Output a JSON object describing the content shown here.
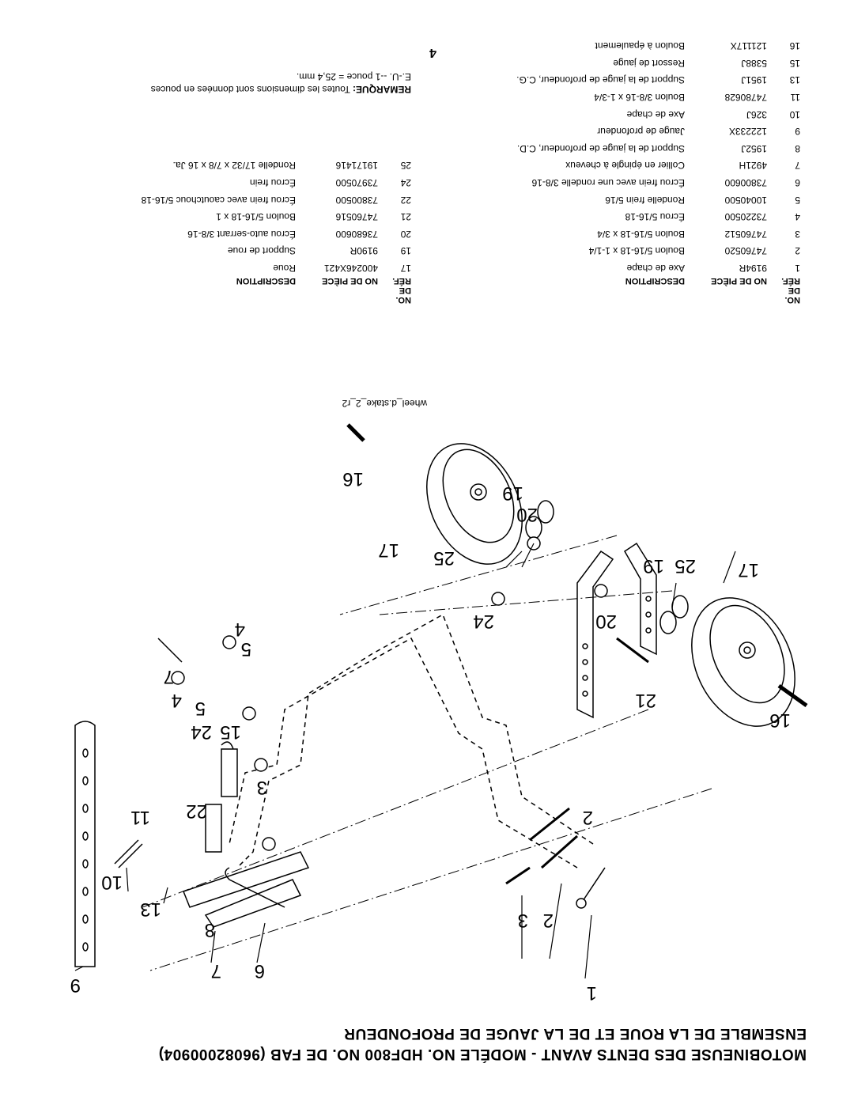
{
  "header": {
    "title_line1": "MOTOBINEUSE DES DENTS AVANT - MODÉLE NO. HDF800 NO. DE FAB (96082000904)",
    "title_line2": "ENSEMBLE DE LA ROUE ET DE LA JAUGE DE PROFONDEUR"
  },
  "diagram": {
    "filename": "wheel_d.stake_2_r2",
    "callouts": [
      "1",
      "2",
      "3",
      "2",
      "3",
      "6",
      "7",
      "8",
      "9",
      "10",
      "11",
      "13",
      "22",
      "15",
      "24",
      "5",
      "4",
      "7",
      "4",
      "5",
      "16",
      "21",
      "20",
      "24",
      "17",
      "25",
      "19",
      "25",
      "17",
      "16",
      "19",
      "20"
    ]
  },
  "table_headers": {
    "ref": "NO. DE RÉF.",
    "part": "NO DE PIÈCE",
    "desc": "DESCRIPTION"
  },
  "parts_left": [
    {
      "ref": "1",
      "part": "9194R",
      "desc": "Axe de chape"
    },
    {
      "ref": "2",
      "part": "74760520",
      "desc": "Boulon 5/16-18 x 1-1/4"
    },
    {
      "ref": "3",
      "part": "74760512",
      "desc": "Boulon 5/16-18 x 3/4"
    },
    {
      "ref": "4",
      "part": "73220500",
      "desc": "Écrou 5/16-18"
    },
    {
      "ref": "5",
      "part": "10040500",
      "desc": "Rondelle frein 5/16"
    },
    {
      "ref": "6",
      "part": "73800600",
      "desc": "Écrou frein avec une rondelle 3/8-16"
    },
    {
      "ref": "7",
      "part": "4921H",
      "desc": "Collier en épingle à cheveux"
    },
    {
      "ref": "8",
      "part": "1952J",
      "desc": "Support de la jauge de profondeur, C.D."
    },
    {
      "ref": "9",
      "part": "122233X",
      "desc": "Jauge de profondeur"
    },
    {
      "ref": "10",
      "part": "326J",
      "desc": "Axe de chape"
    },
    {
      "ref": "11",
      "part": "74780628",
      "desc": "Boulon 3/8-16 x 1-3/4"
    },
    {
      "ref": "13",
      "part": "1951J",
      "desc": "Support de la jauge de profondeur, C.G."
    },
    {
      "ref": "15",
      "part": "5388J",
      "desc": "Ressort de jauge"
    },
    {
      "ref": "16",
      "part": "121117X",
      "desc": "Boulon à épaulement"
    }
  ],
  "parts_right": [
    {
      "ref": "17",
      "part": "400246X421",
      "desc": "Roue"
    },
    {
      "ref": "19",
      "part": "9190R",
      "desc": "Support de roue"
    },
    {
      "ref": "20",
      "part": "73680600",
      "desc": "Écrou auto-serrant 3/8-16"
    },
    {
      "ref": "21",
      "part": "74760516",
      "desc": "Boulon 5/16-18 x 1"
    },
    {
      "ref": "22",
      "part": "73800500",
      "desc": "Écrou frein avec caoutchouc 5/16-18"
    },
    {
      "ref": "24",
      "part": "73970500",
      "desc": "Écrou frein"
    },
    {
      "ref": "25",
      "part": "19171416",
      "desc": "Rondelle 17/32 x 7/8 x 16 Ja."
    }
  ],
  "note": {
    "label": "REMARQUE:",
    "text": "Toutes les dimensions sont données en pouces",
    "text2": "E.-U. --1 pouce = 25,4 mm."
  },
  "page_number": "4"
}
